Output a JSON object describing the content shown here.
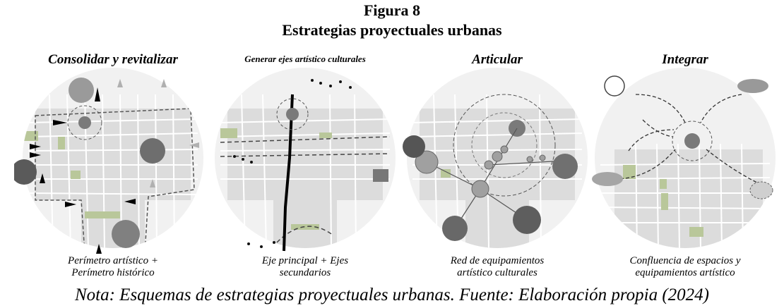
{
  "figure": {
    "number": "Figura 8",
    "title": "Estrategias proyectuales urbanas",
    "note": "Nota: Esquemas de estrategias proyectuales urbanas. Fuente: Elaboración propia (2024)"
  },
  "panels": [
    {
      "title": "Consolidar y revitalizar",
      "caption_line1": "Perímetro artístico +",
      "caption_line2": "Perímetro histórico"
    },
    {
      "title": "Generar ejes artístico culturales",
      "caption_line1": "Eje principal + Ejes",
      "caption_line2": "secundarios"
    },
    {
      "title": "Articular",
      "caption_line1": "Red de equipamientos",
      "caption_line2": "artístico culturales"
    },
    {
      "title": "Integrar",
      "caption_line1": "Confluencia de espacios y",
      "caption_line2": "equipamientos artístico"
    }
  ],
  "colors": {
    "map_bg": "#f1f1f1",
    "block": "#dcdcdc",
    "street": "#ffffff",
    "green": "#b9c79a",
    "node": "#7a7a7a",
    "arrow": "#000000"
  }
}
